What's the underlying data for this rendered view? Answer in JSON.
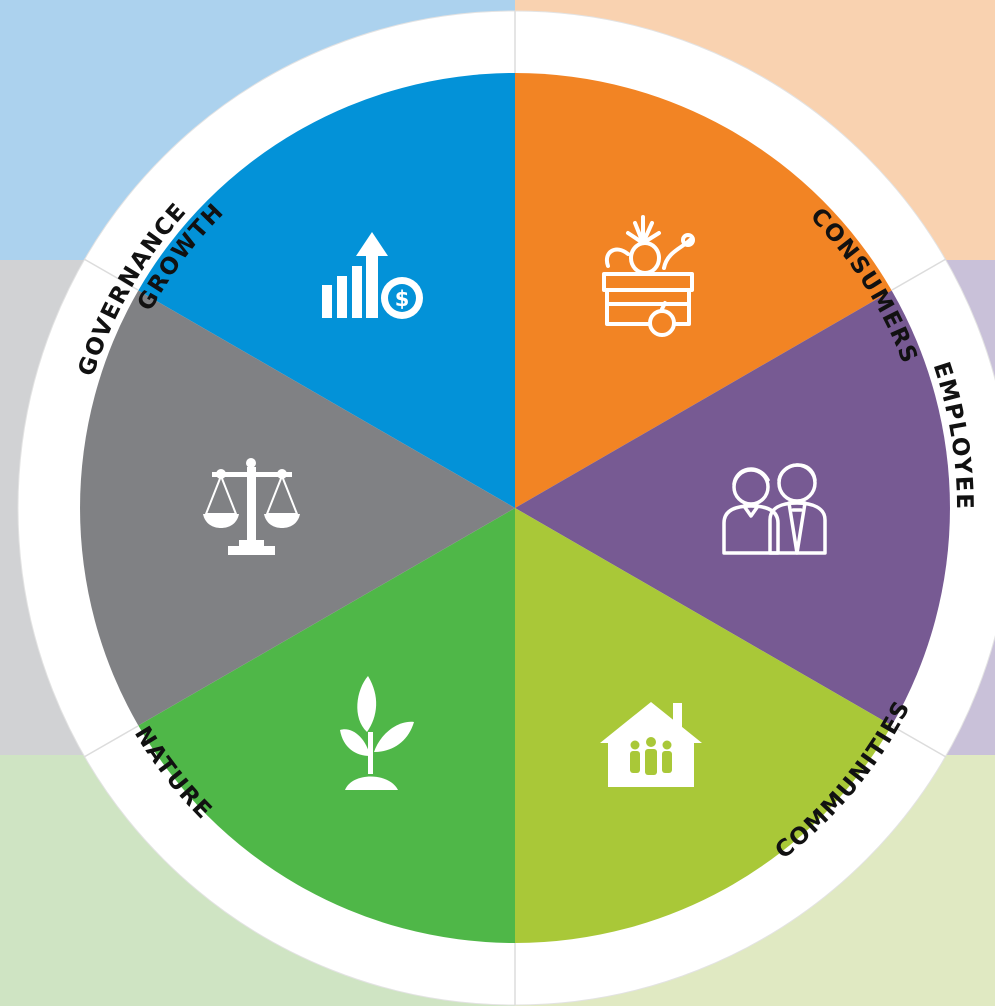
{
  "colors": {
    "bg_top_left": "#acd2ee",
    "bg_top_right": "#f9d2b0",
    "bg_mid_left": "#d1d2d4",
    "bg_mid_right": "#c9c1d9",
    "bg_bottom_left": "#cfe4c3",
    "bg_bottom_right": "#e0e9c2",
    "ring": "#ffffff"
  },
  "segments": [
    {
      "id": "growth",
      "label": "GROWTH",
      "color": "#0392d8",
      "icon": "growth-chart-dollar-icon"
    },
    {
      "id": "consumers",
      "label": "CONSUMERS",
      "color": "#f28424",
      "icon": "produce-crate-icon"
    },
    {
      "id": "employees",
      "label": "EMPLOYEES",
      "color": "#775a93",
      "icon": "two-people-icon"
    },
    {
      "id": "communities",
      "label": "COMMUNITIES",
      "color": "#a9c838",
      "icon": "house-family-icon"
    },
    {
      "id": "nature",
      "label": "NATURE",
      "color": "#4fb748",
      "icon": "sprout-icon"
    },
    {
      "id": "governance",
      "label": "GOVERNANCE",
      "color": "#808184",
      "icon": "scales-of-justice-icon"
    }
  ]
}
